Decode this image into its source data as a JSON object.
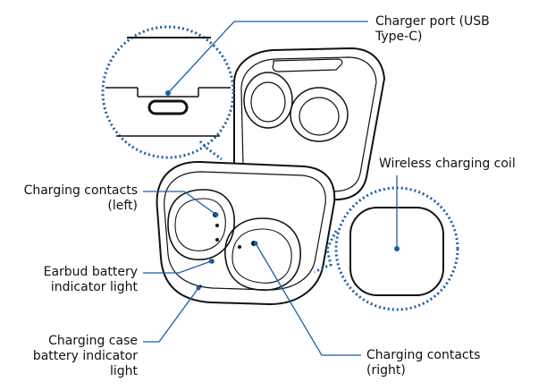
{
  "labels": {
    "charger_port": "Charger port (USB\nType-C)",
    "wireless_coil": "Wireless charging coil",
    "contacts_left": "Charging contacts\n(left)",
    "earbud_indicator": "Earbud battery\nindicator light",
    "case_indicator": "Charging case\nbattery indicator\nlight",
    "contacts_right": "Charging contacts\n(right)"
  },
  "colors": {
    "callout": "#1b5fa8",
    "outline": "#111111"
  }
}
